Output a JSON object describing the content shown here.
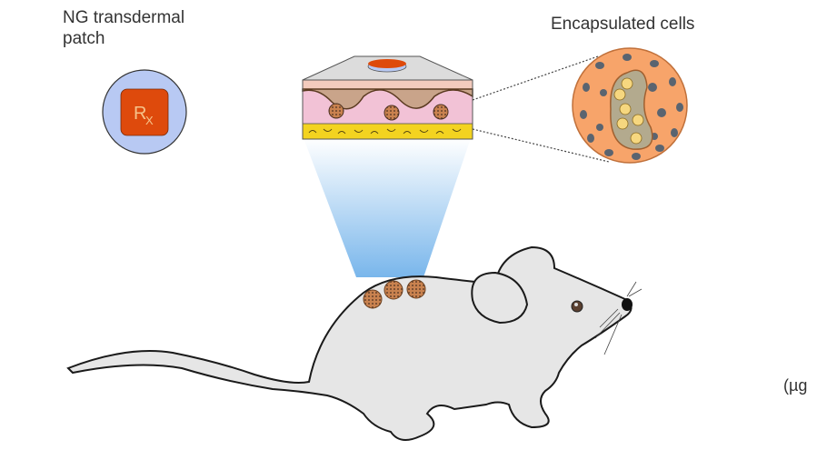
{
  "labels": {
    "patch": [
      "NG transdermal",
      "patch"
    ],
    "cells": "Encapsulated cells",
    "unit_fragment": "(µg"
  },
  "patch_icon": {
    "symbol": "R",
    "subscript": "X"
  },
  "colors": {
    "patch_disc": "#b8c9f3",
    "patch_core": "#de4a0c",
    "skin_top": "#f3cbbd",
    "dermis": "#f2c2d6",
    "fat": "#f3d320",
    "capsule": "#f7a46a",
    "light_beam": "#6aaee9",
    "mouse_fill": "#e6e6e6",
    "outline": "#1a1a1a"
  },
  "mouse": {
    "implant_count": 3
  }
}
